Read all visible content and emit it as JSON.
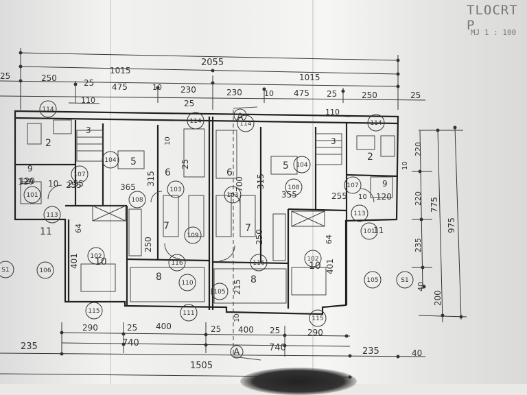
{
  "title": "TLOCRT P",
  "scale": "MJ  1 : 100",
  "top_dims": {
    "total": "2055",
    "halves": [
      "1015",
      "1015"
    ],
    "row3": [
      "25",
      "250",
      "25",
      "475",
      "10",
      "230",
      "230",
      "10",
      "475",
      "25",
      "250",
      "25"
    ],
    "small": [
      "110",
      "110"
    ]
  },
  "right_dims": [
    "220",
    "10",
    "220",
    "235",
    "40",
    "775",
    "975",
    "200"
  ],
  "bottom_dims": {
    "row1": [
      "290",
      "25",
      "400",
      "25",
      "400",
      "25",
      "290"
    ],
    "row2": [
      "740",
      "740"
    ],
    "row3": [
      "235",
      "235",
      "40"
    ],
    "total": "1505"
  },
  "left_dims": [
    "120",
    "10",
    "255"
  ],
  "room_numbers": [
    "2",
    "5",
    "6",
    "7",
    "8",
    "3",
    "2",
    "5",
    "6",
    "7",
    "8",
    "3",
    "9",
    "9",
    "11",
    "11",
    "10",
    "10"
  ],
  "room_tags": [
    "114",
    "114",
    "114",
    "114",
    "101",
    "101",
    "102",
    "102",
    "103",
    "103",
    "104",
    "104",
    "105",
    "105",
    "106",
    "107",
    "107",
    "108",
    "108",
    "109",
    "110",
    "111",
    "113",
    "113",
    "115",
    "115",
    "116",
    "116",
    "S1",
    "S1"
  ],
  "interior_dims": [
    "365",
    "315",
    "250",
    "700",
    "315",
    "355",
    "250",
    "255",
    "255",
    "120",
    "120",
    "401",
    "401",
    "64",
    "64",
    "215",
    "10",
    "10",
    "10",
    "25",
    "25"
  ],
  "section_marks": [
    "A",
    "A"
  ]
}
